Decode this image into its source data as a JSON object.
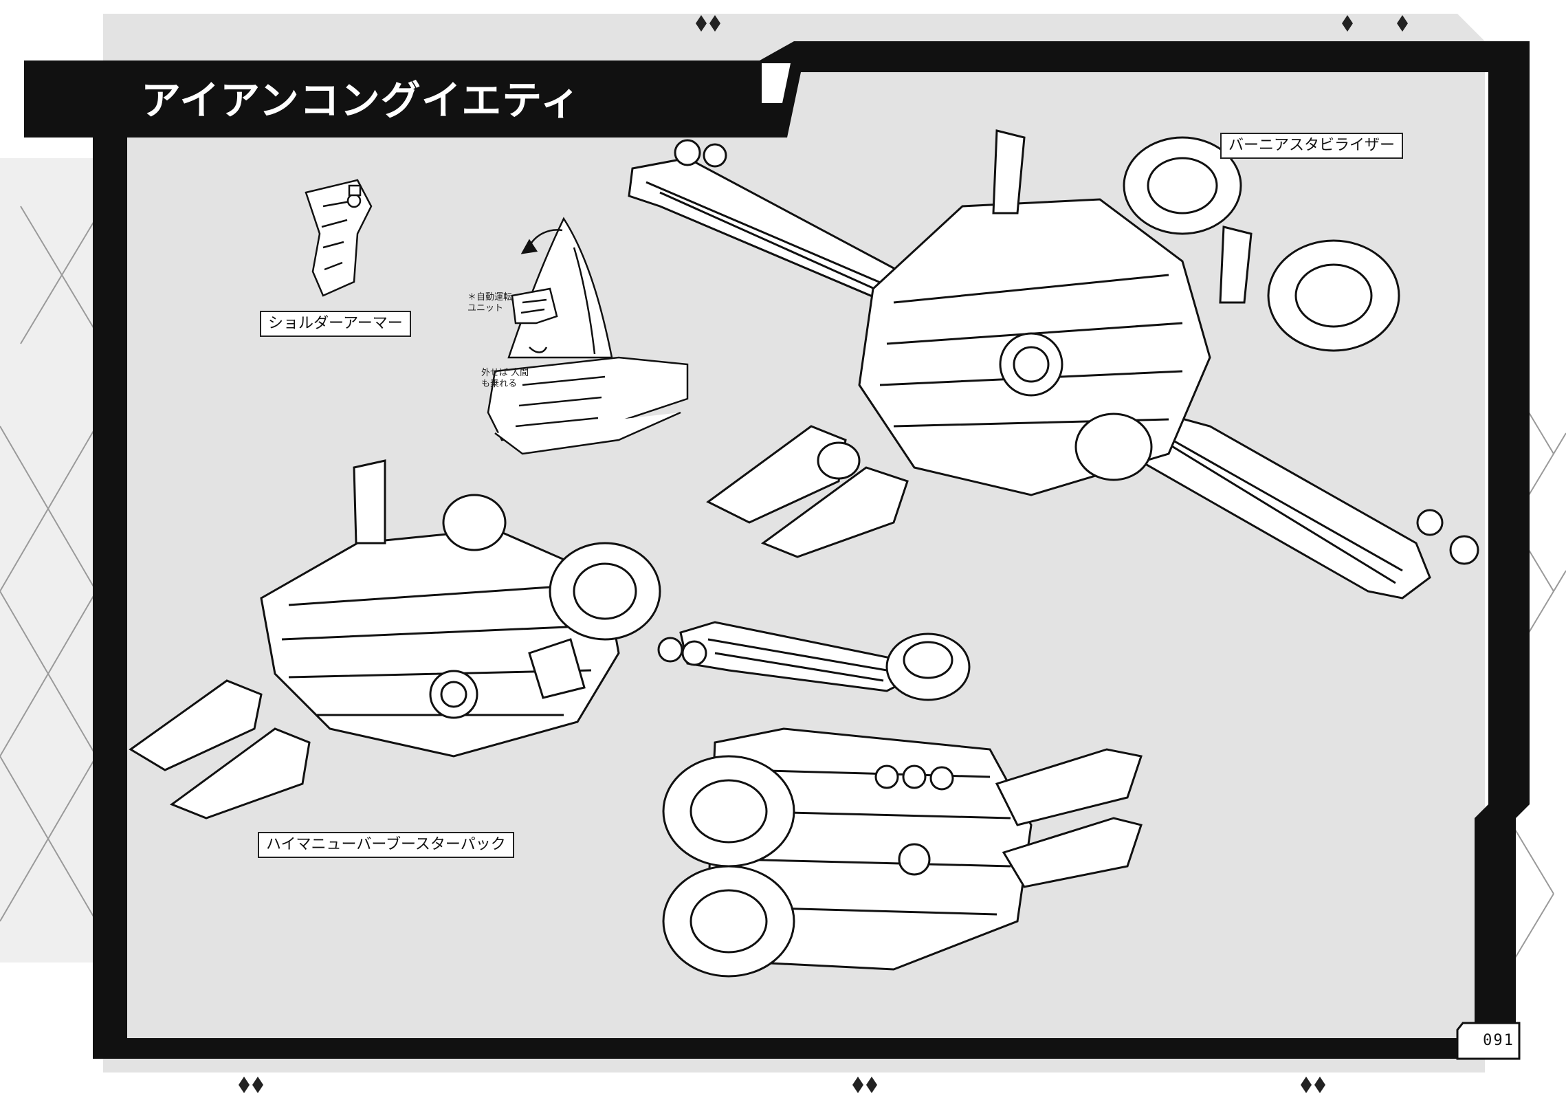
{
  "page": {
    "title": "アイアンコングイエティ",
    "page_number": "091"
  },
  "labels": {
    "shoulder_armor": "ショルダーアーマー",
    "vernier_stabilizer": "バーニアスタビライザー",
    "booster_pack": "ハイマニューバーブースターパック"
  },
  "notes": {
    "cockpit_unit": "＊自動運転ユニット",
    "cockpit_removable": "外せば 人間も乗れる"
  }
}
